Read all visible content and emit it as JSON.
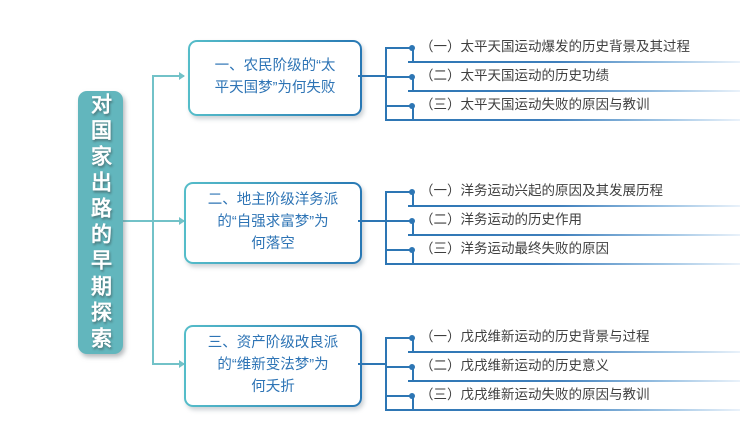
{
  "mindmap": {
    "root": {
      "label": "对国家出路的早期探索"
    },
    "branches": [
      {
        "label": "一、农民阶级的“太\n平天国梦”为何失败",
        "children": [
          "（一）太平天国运动爆发的历史背景及其过程",
          "（二）太平天国运动的历史功绩",
          "（三）太平天国运动失败的原因与教训"
        ]
      },
      {
        "label": "二、地主阶级洋务派\n的“自强求富梦”为\n何落空",
        "children": [
          "（一）洋务运动兴起的原因及其发展历程",
          "（二）洋务运动的历史作用",
          "（三）洋务运动最终失败的原因"
        ]
      },
      {
        "label": "三、资产阶级改良派\n的“维新变法梦”为\n何夭折",
        "children": [
          "（一）戊戌维新运动的历史背景与过程",
          "（二）戊戌维新运动的历史意义",
          "（三）戊戌维新运动失败的原因与教训"
        ]
      }
    ]
  },
  "colors": {
    "root_fill": "#62b6bd",
    "root_text": "#ffffff",
    "teal_connector": "#72c2c8",
    "branch_border_start": "#55bdc9",
    "branch_border_end": "#2878b4",
    "branch_text": "#2e74b5",
    "blue_connector": "#2d76b4",
    "leaf_text": "#3f3f3f",
    "background": "#ffffff"
  }
}
